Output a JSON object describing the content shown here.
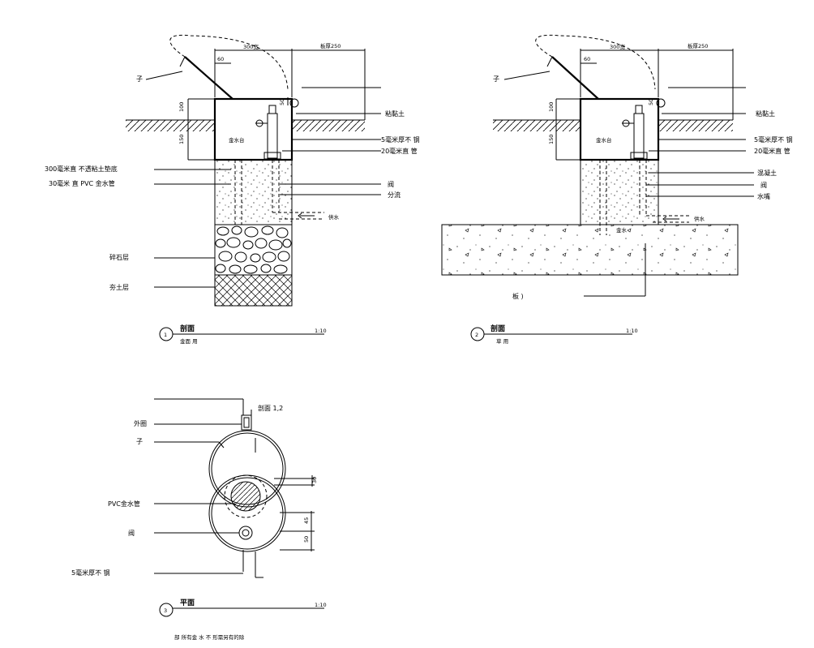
{
  "section1": {
    "dims": {
      "w300": "300宽",
      "w250": "板厚250",
      "d60": "60",
      "d100": "100",
      "d150": "150",
      "d50": "50"
    },
    "labels": {
      "cover": "子",
      "soil": "粘黏土",
      "board": "5毫米厚不  钢",
      "pipe20": "20毫米直  管",
      "sand": "300毫米直  不透粘土垫底",
      "pvc": "30毫米  直 PVC 金水管",
      "drain": "阀",
      "valve": "分流",
      "water": "供水",
      "gravel": "碎石层",
      "rammed": "夯土层",
      "bottom": "金水台"
    },
    "title_num": "1",
    "title": "剖面",
    "subtitle": "金面 用",
    "scale": "1:10"
  },
  "section2": {
    "dims": {
      "w300": "300宽",
      "w250": "板厚250",
      "d60": "60",
      "d100": "100",
      "d150": "150",
      "d50": "50"
    },
    "labels": {
      "cover": "子",
      "soil": "粘黏土",
      "board": "5毫米厚不  钢",
      "pipe20": "20毫米直  管",
      "concrete": "混凝土",
      "drain": "阀",
      "water": "水嘴",
      "supply": "供水",
      "note": "金水",
      "slab": "板      )",
      "bottom": "金水台"
    },
    "title_num": "2",
    "title": "剖面",
    "subtitle": "草  用",
    "scale": "1:10"
  },
  "plan": {
    "labels": {
      "section_ref": "剖面  1,2",
      "handle": "外圈",
      "cover": "子",
      "pvc": "PVC金水管",
      "valve": "阀",
      "board": "5毫米厚不    钢"
    },
    "dims": {
      "d30": "30",
      "d45": "45",
      "d50": "50"
    },
    "title_num": "3",
    "title": "平面",
    "scale": "1:10",
    "footnote": "部  所有金  水   不   形需另有的除"
  }
}
